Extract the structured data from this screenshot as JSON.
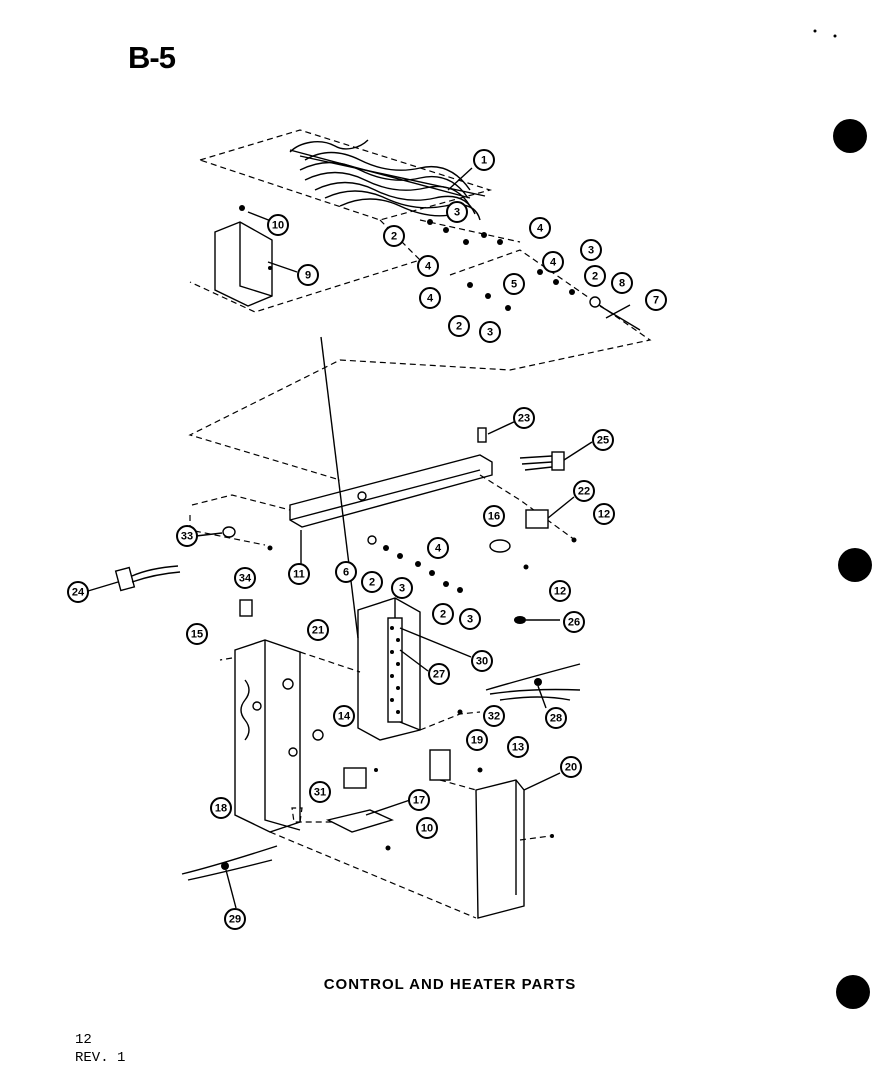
{
  "page": {
    "id": "B-5",
    "caption": "CONTROL AND HEATER PARTS",
    "footer_page": "12",
    "footer_rev": "REV. 1"
  },
  "callouts": [
    {
      "label": "1"
    },
    {
      "label": "10"
    },
    {
      "label": "9"
    },
    {
      "label": "3"
    },
    {
      "label": "4"
    },
    {
      "label": "2"
    },
    {
      "label": "4"
    },
    {
      "label": "5"
    },
    {
      "label": "4"
    },
    {
      "label": "3"
    },
    {
      "label": "2"
    },
    {
      "label": "8"
    },
    {
      "label": "7"
    },
    {
      "label": "4"
    },
    {
      "label": "2"
    },
    {
      "label": "3"
    },
    {
      "label": "23"
    },
    {
      "label": "25"
    },
    {
      "label": "22"
    },
    {
      "label": "12"
    },
    {
      "label": "16"
    },
    {
      "label": "33"
    },
    {
      "label": "34"
    },
    {
      "label": "11"
    },
    {
      "label": "6"
    },
    {
      "label": "2"
    },
    {
      "label": "3"
    },
    {
      "label": "4"
    },
    {
      "label": "12"
    },
    {
      "label": "2"
    },
    {
      "label": "3"
    },
    {
      "label": "24"
    },
    {
      "label": "15"
    },
    {
      "label": "21"
    },
    {
      "label": "26"
    },
    {
      "label": "30"
    },
    {
      "label": "27"
    },
    {
      "label": "28"
    },
    {
      "label": "14"
    },
    {
      "label": "32"
    },
    {
      "label": "19"
    },
    {
      "label": "13"
    },
    {
      "label": "20"
    },
    {
      "label": "18"
    },
    {
      "label": "31"
    },
    {
      "label": "17"
    },
    {
      "label": "10"
    },
    {
      "label": "29"
    }
  ]
}
